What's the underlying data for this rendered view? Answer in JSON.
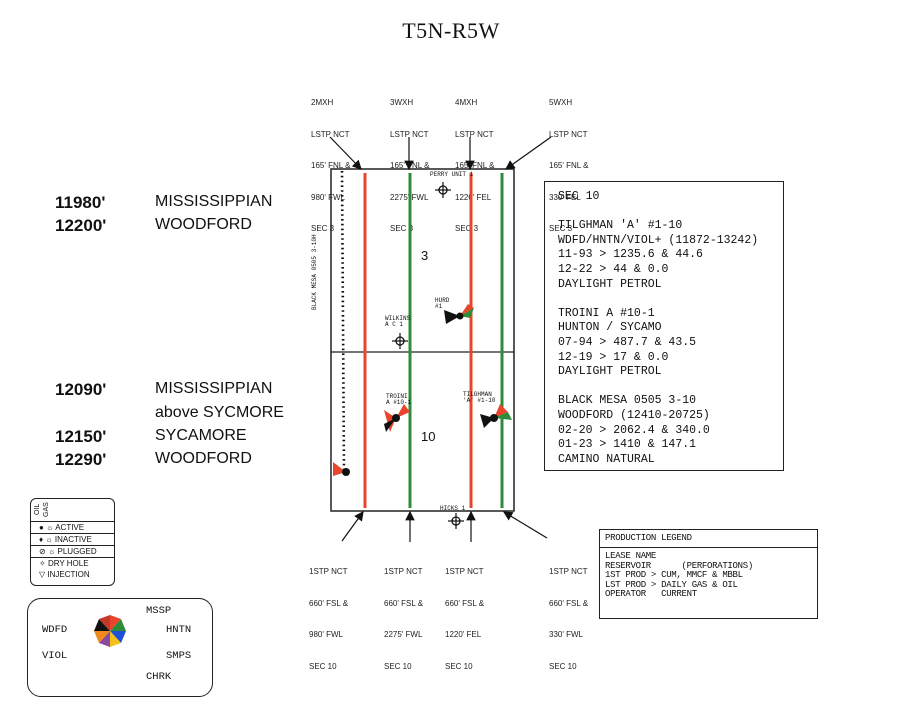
{
  "title": "T5N-R5W",
  "top_notes": [
    {
      "lines": [
        "2MXH",
        "LSTP NCT",
        "165' FNL &",
        "980' FWL",
        "SEC 3"
      ]
    },
    {
      "lines": [
        "3WXH",
        "LSTP NCT",
        "165' FNL &",
        "2275' FWL",
        "SEC 3"
      ]
    },
    {
      "lines": [
        "4MXH",
        "LSTP NCT",
        "165' FNL &",
        "1220' FEL",
        "SEC 3"
      ]
    },
    {
      "lines": [
        "5WXH",
        "LSTP NCT",
        "165' FNL &",
        "330' FEL",
        "SEC 3"
      ]
    }
  ],
  "bottom_notes": [
    {
      "lines": [
        "1STP NCT",
        "660' FSL &",
        "980' FWL",
        "SEC 10"
      ]
    },
    {
      "lines": [
        "1STP NCT",
        "660' FSL &",
        "2275' FWL",
        "SEC 10"
      ]
    },
    {
      "lines": [
        "1STP NCT",
        "660' FSL &",
        "1220' FEL",
        "SEC 10"
      ]
    },
    {
      "lines": [
        "1STP NCT",
        "660' FSL &",
        "330' FWL",
        "SEC 10"
      ]
    }
  ],
  "tops_sec3": [
    {
      "depth": "11980'",
      "name": "MISSISSIPPIAN"
    },
    {
      "depth": "12200'",
      "name": "WOODFORD"
    }
  ],
  "tops_sec10": [
    {
      "depth": "12090'",
      "name": "MISSISSIPPIAN"
    },
    {
      "depth": "",
      "name": "above SYCMORE"
    },
    {
      "depth": "12150'",
      "name": "SYCAMORE"
    },
    {
      "depth": "12290'",
      "name": "WOODFORD"
    }
  ],
  "map": {
    "section_upper": "3",
    "section_lower": "10",
    "well_labels": {
      "perry": "PERRY UNIT 1",
      "hurd": "HURD",
      "hurd_no": "#1",
      "wilkins": "WILKINS",
      "wilkins_no": "A C 1",
      "troini": "TROINI",
      "troini_no": "A #10-1",
      "tilghman": "TILGHMAN",
      "tilghman_no": "'A' #1-10",
      "hicks": "HICKS 1",
      "black_mesa": "BLACK MESA 0505 3-10H"
    }
  },
  "sec_box": {
    "rows": [
      "SEC 10",
      "",
      "TILGHMAN 'A' #1-10",
      "WDFD/HNTN/VIOL+ (11872-13242)",
      "11-93 > 1235.6 & 44.6",
      "12-22 > 44 & 0.0",
      "DAYLIGHT PETROL",
      "",
      "TROINI A #10-1",
      "HUNTON / SYCAMO",
      "07-94 > 487.7 & 43.5",
      "12-19 > 17 & 0.0",
      "DAYLIGHT PETROL",
      "",
      "BLACK MESA 0505 3-10",
      "WOODFORD (12410-20725)",
      "02-20 > 2062.4 & 340.0",
      "01-23 > 1410 & 147.1",
      "CAMINO NATURAL"
    ]
  },
  "production_legend": {
    "header": "PRODUCTION  LEGEND",
    "lines": [
      "LEASE NAME",
      "RESERVOIR      (PERFORATIONS)",
      "1ST PROD > CUM, MMCF & MBBL",
      "LST PROD > DAILY GAS & OIL",
      "OPERATOR   CURRENT"
    ]
  },
  "symbol_legend": {
    "oil": "OIL",
    "gas": "GAS",
    "rows": [
      "ACTIVE",
      "INACTIVE",
      "PLUGGED",
      "DRY   HOLE",
      "INJECTION"
    ]
  },
  "reservoir_legend": {
    "mssp": "MSSP",
    "wdfd": "WDFD",
    "hntn": "HNTN",
    "viol": "VIOL",
    "smps": "SMPS",
    "chrk": "CHRK"
  },
  "colors": {
    "red_lateral": "#e8452c",
    "green_lateral": "#2e8b3a",
    "outline": "#222222"
  }
}
